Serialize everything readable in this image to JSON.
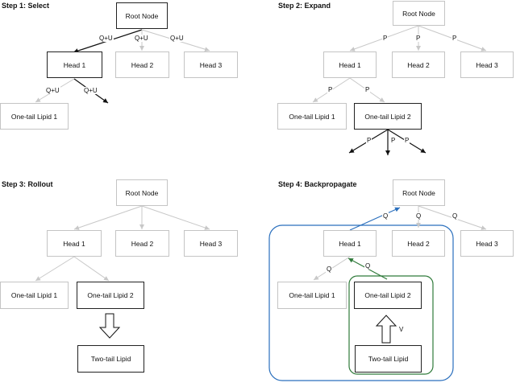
{
  "steps": {
    "s1": {
      "title": "Step 1: Select",
      "root": "Root Node",
      "head1": "Head 1",
      "head2": "Head 2",
      "head3": "Head 3",
      "lipid1": "One-tail Lipid 1",
      "edge_root_h1": "Q+U",
      "edge_root_h2": "Q+U",
      "edge_root_h3": "Q+U",
      "edge_h1_l1": "Q+U",
      "edge_h1_out": "Q+U"
    },
    "s2": {
      "title": "Step 2: Expand",
      "root": "Root Node",
      "head1": "Head 1",
      "head2": "Head 2",
      "head3": "Head 3",
      "lipid1": "One-tail Lipid 1",
      "lipid2": "One-tail Lipid 2",
      "edge_root_h1": "P",
      "edge_root_h2": "P",
      "edge_root_h3": "P",
      "edge_h1_l1": "P",
      "edge_h1_l2": "P",
      "edge_l2_a": "P",
      "edge_l2_b": "P",
      "edge_l2_c": "P"
    },
    "s3": {
      "title": "Step 3: Rollout",
      "root": "Root Node",
      "head1": "Head 1",
      "head2": "Head 2",
      "head3": "Head 3",
      "lipid1": "One-tail Lipid 1",
      "lipid2": "One-tail Lipid 2",
      "two_tail": "Two-tail Lipid"
    },
    "s4": {
      "title": "Step 4: Backpropagate",
      "root": "Root Node",
      "head1": "Head 1",
      "head2": "Head 2",
      "head3": "Head 3",
      "lipid1": "One-tail Lipid 1",
      "lipid2": "One-tail Lipid 2",
      "two_tail": "Two-tail Lipid",
      "edge_h1_root": "Q",
      "edge_root_h2": "Q",
      "edge_root_h3": "Q",
      "edge_h1_l1": "Q",
      "edge_l2_h1": "Q",
      "edge_value": "V"
    }
  },
  "colors": {
    "node_gray": "#c4c4c4",
    "node_dark": "#222222",
    "edge_gray": "#c8c8c8",
    "blue": "#2a6fbd",
    "green": "#2f7a3a"
  }
}
